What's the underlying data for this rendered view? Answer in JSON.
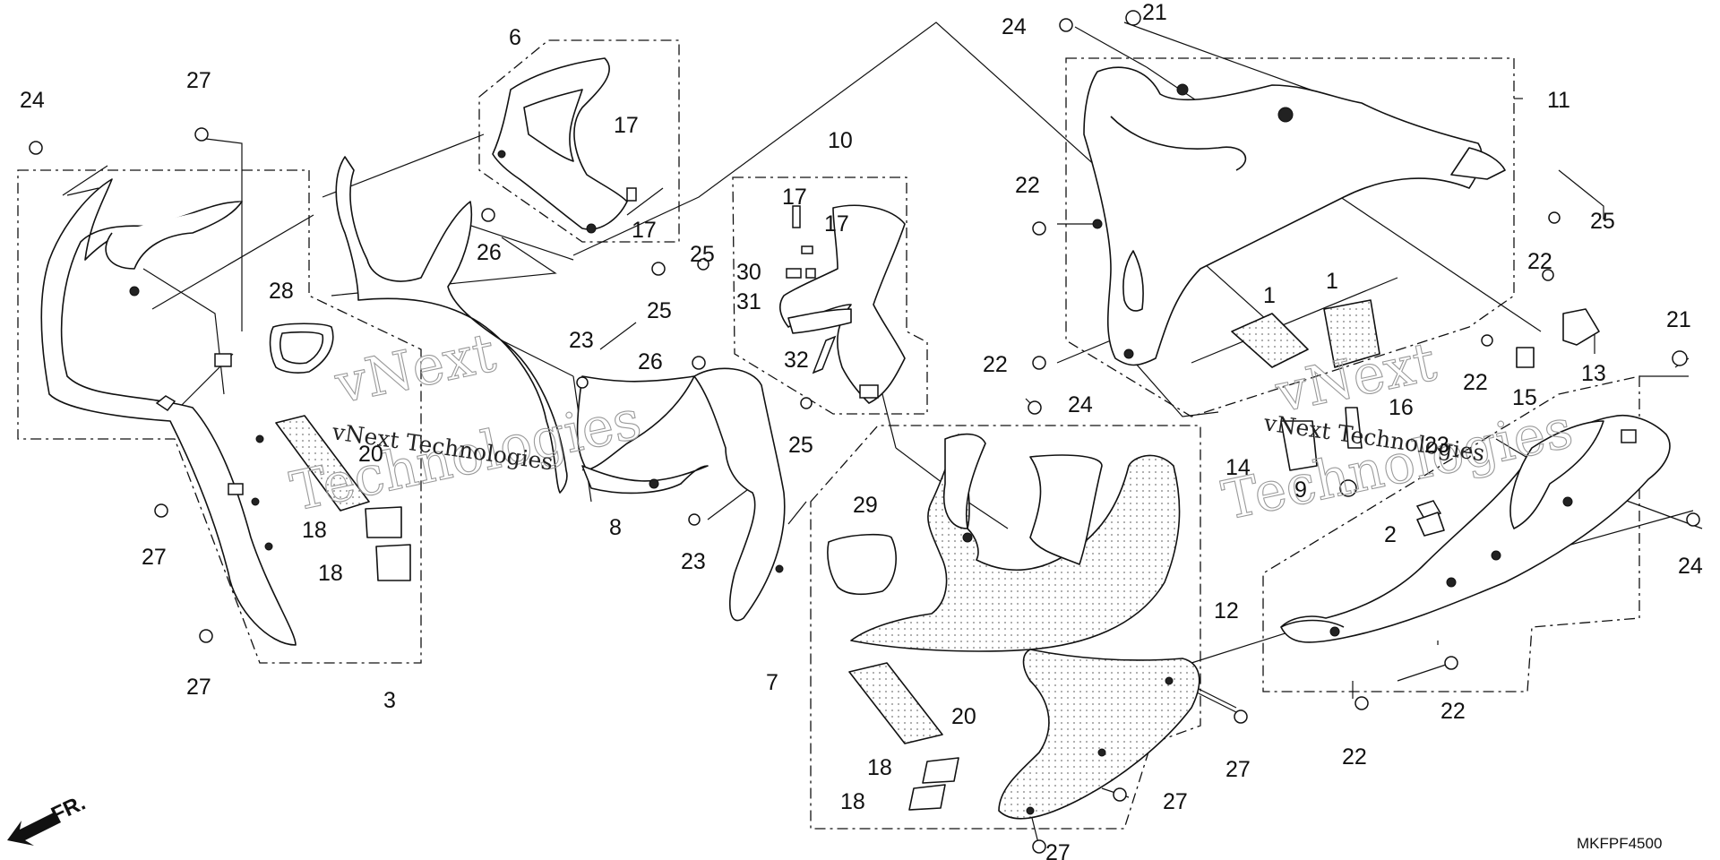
{
  "diagram": {
    "code": "MKFPF4500",
    "direction_label": "FR.",
    "watermark_text": "vNext Technologies",
    "watermark_words": [
      "vNext",
      "Technologies"
    ],
    "callouts": [
      {
        "id": "c1a",
        "label": "1"
      },
      {
        "id": "c1b",
        "label": "1"
      },
      {
        "id": "c2",
        "label": "2"
      },
      {
        "id": "c3",
        "label": "3"
      },
      {
        "id": "c6",
        "label": "6"
      },
      {
        "id": "c7",
        "label": "7"
      },
      {
        "id": "c8",
        "label": "8"
      },
      {
        "id": "c9",
        "label": "9"
      },
      {
        "id": "c10",
        "label": "10"
      },
      {
        "id": "c11",
        "label": "11"
      },
      {
        "id": "c12",
        "label": "12"
      },
      {
        "id": "c13",
        "label": "13"
      },
      {
        "id": "c14",
        "label": "14"
      },
      {
        "id": "c15",
        "label": "15"
      },
      {
        "id": "c16",
        "label": "16"
      },
      {
        "id": "c17a",
        "label": "17"
      },
      {
        "id": "c17b",
        "label": "17"
      },
      {
        "id": "c17c",
        "label": "17"
      },
      {
        "id": "c17d",
        "label": "17"
      },
      {
        "id": "c18a",
        "label": "18"
      },
      {
        "id": "c18b",
        "label": "18"
      },
      {
        "id": "c18c",
        "label": "18"
      },
      {
        "id": "c18d",
        "label": "18"
      },
      {
        "id": "c20a",
        "label": "20"
      },
      {
        "id": "c20b",
        "label": "20"
      },
      {
        "id": "c21a",
        "label": "21"
      },
      {
        "id": "c21b",
        "label": "21"
      },
      {
        "id": "c22a",
        "label": "22"
      },
      {
        "id": "c22b",
        "label": "22"
      },
      {
        "id": "c22c",
        "label": "22"
      },
      {
        "id": "c22d",
        "label": "22"
      },
      {
        "id": "c22e",
        "label": "22"
      },
      {
        "id": "c22f",
        "label": "22"
      },
      {
        "id": "c23a",
        "label": "23"
      },
      {
        "id": "c23b",
        "label": "23"
      },
      {
        "id": "c23c",
        "label": "23"
      },
      {
        "id": "c24a",
        "label": "24"
      },
      {
        "id": "c24b",
        "label": "24"
      },
      {
        "id": "c24c",
        "label": "24"
      },
      {
        "id": "c24d",
        "label": "24"
      },
      {
        "id": "c25a",
        "label": "25"
      },
      {
        "id": "c25b",
        "label": "25"
      },
      {
        "id": "c25c",
        "label": "25"
      },
      {
        "id": "c25d",
        "label": "25"
      },
      {
        "id": "c26a",
        "label": "26"
      },
      {
        "id": "c26b",
        "label": "26"
      },
      {
        "id": "c27a",
        "label": "27"
      },
      {
        "id": "c27b",
        "label": "27"
      },
      {
        "id": "c27c",
        "label": "27"
      },
      {
        "id": "c27d",
        "label": "27"
      },
      {
        "id": "c27e",
        "label": "27"
      },
      {
        "id": "c27f",
        "label": "27"
      },
      {
        "id": "c28",
        "label": "28"
      },
      {
        "id": "c29",
        "label": "29"
      },
      {
        "id": "c30",
        "label": "30"
      },
      {
        "id": "c31",
        "label": "31"
      },
      {
        "id": "c32",
        "label": "32"
      }
    ]
  }
}
